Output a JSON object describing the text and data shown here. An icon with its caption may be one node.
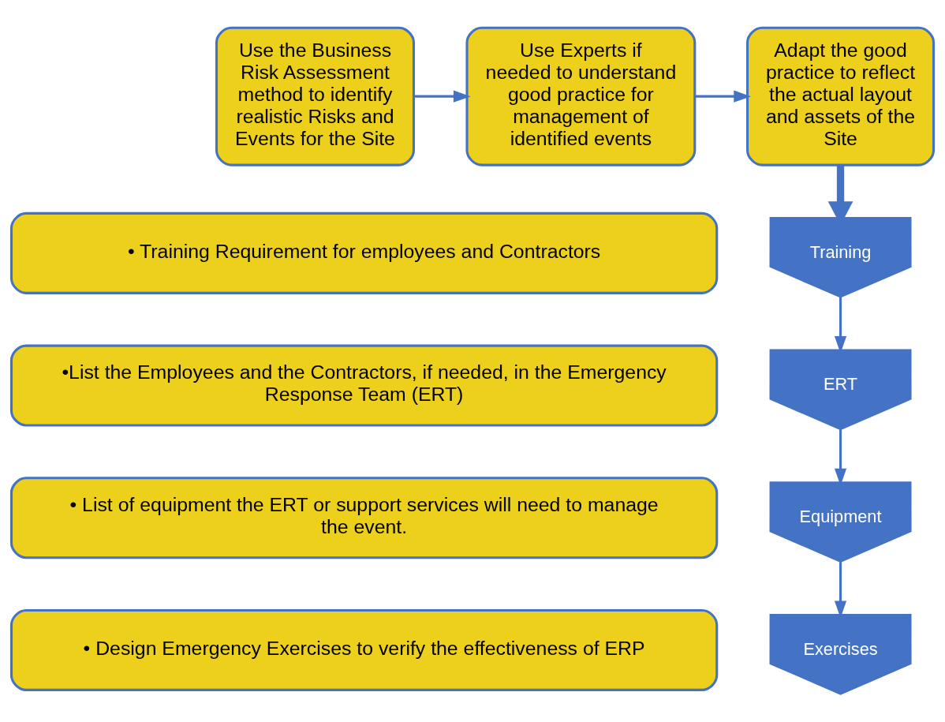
{
  "diagram": {
    "nodes": [
      {
        "text": [
          "Use the Business Risk Assessment method to identify realistic Risks and Events for the Site"
        ]
      },
      {
        "text": [
          "Use Experts if needed to understand good practice for management of identified events"
        ]
      },
      {
        "text": [
          "Adapt the good practice to reflect the actual layout and assets of the Site"
        ]
      },
      {
        "text": [
          "• Training Requirement for employees and Contractors"
        ]
      },
      {
        "text": [
          "Training"
        ]
      },
      {
        "text": [
          "•List the Employees and the Contractors, if needed, in the Emergency Response Team (ERT)"
        ]
      },
      {
        "text": [
          "ERT"
        ]
      },
      {
        "text": [
          "• List of equipment the ERT or support services will need to manage the event."
        ]
      },
      {
        "text": [
          "Equipment"
        ]
      },
      {
        "text": [
          "• Design Emergency Exercises to verify the effectiveness of ERP"
        ]
      },
      {
        "text": [
          "Exercises"
        ]
      }
    ],
    "edges": [
      {
        "from": 0,
        "to": 1,
        "arrow": "to"
      },
      {
        "from": 1,
        "to": 2,
        "arrow": "to"
      },
      {
        "from": 2,
        "to": 4,
        "arrow": "to",
        "style": "thick"
      },
      {
        "from": 4,
        "to": 6,
        "arrow": "to"
      },
      {
        "from": 6,
        "to": 8,
        "arrow": "to"
      },
      {
        "from": 8,
        "to": 10,
        "arrow": "to"
      }
    ]
  }
}
